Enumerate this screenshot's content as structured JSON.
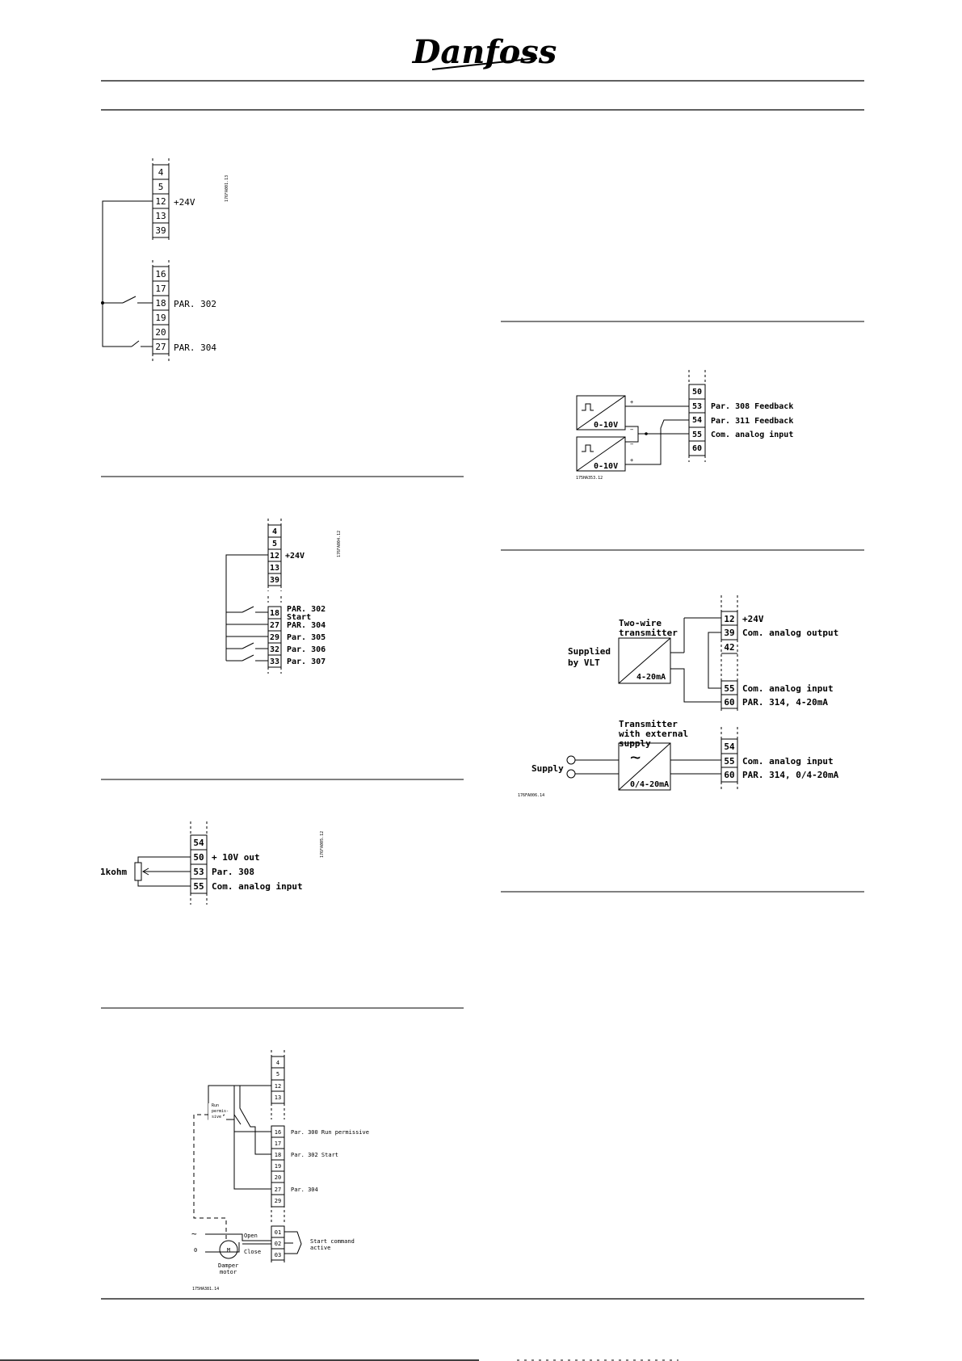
{
  "header": {
    "logo": "Danfoss"
  },
  "diagram1": {
    "code": "176FA001.13",
    "group1": [
      "4",
      "5",
      "12",
      "13",
      "39"
    ],
    "group2": [
      "16",
      "17",
      "18",
      "19",
      "20",
      "27"
    ],
    "label_12": "+24V",
    "label_18": "PAR. 302",
    "label_27": "PAR. 304"
  },
  "diagram2": {
    "code": "176FA004.12",
    "group1": [
      "4",
      "5",
      "12",
      "13",
      "39"
    ],
    "group2": [
      "18",
      "27",
      "29",
      "32",
      "33"
    ],
    "label_12": "+24V",
    "label_18a": "PAR. 302",
    "label_18b": "Start",
    "label_27": "PAR. 304",
    "label_29": "Par. 305",
    "label_32": "Par. 306",
    "label_33": "Par. 307"
  },
  "diagram3": {
    "code": "176FA005.12",
    "terminals": [
      "54",
      "50",
      "53",
      "55"
    ],
    "resistor": "1kohm",
    "label_50": "+ 10V out",
    "label_53": "Par. 308",
    "label_55": "Com. analog input"
  },
  "diagram4": {
    "code": "175HA381.14",
    "terminals": [
      "4",
      "5",
      "12",
      "13",
      "16",
      "17",
      "18",
      "19",
      "20",
      "27",
      "29"
    ],
    "relay_terminals": [
      "01",
      "02",
      "03"
    ],
    "run_permissive": [
      "Run",
      "permis-",
      "sive"
    ],
    "label_16": "Par. 300 Run permissive",
    "label_18": "Par. 302 Start",
    "label_27": "Par. 304",
    "open": "Open",
    "close": "Close",
    "start_cmd": [
      "Start command",
      "active"
    ],
    "motor": "M",
    "motor_label": [
      "Damper",
      "motor"
    ],
    "ac": "~",
    "zero": "0"
  },
  "diagram5": {
    "code": "175HA353.12",
    "terminals": [
      "50",
      "53",
      "54",
      "55",
      "60"
    ],
    "label_53": "Par. 308 Feedback",
    "label_54": "Par. 311 Feedback",
    "label_55": "Com. analog input",
    "range": "0-10V",
    "plus": "+",
    "minus": "−"
  },
  "diagram6": {
    "code": "176FA006.14",
    "terminals_top": [
      "12",
      "39",
      "42",
      "55",
      "60"
    ],
    "terminals_bottom": [
      "54",
      "55",
      "60"
    ],
    "two_wire": [
      "Two-wire",
      "transmitter"
    ],
    "supplied": [
      "Supplied",
      "by VLT"
    ],
    "range_top": "4-20mA",
    "label_12": "+24V",
    "label_39": "Com. analog output",
    "label_55a": "Com. analog input",
    "label_60a": "PAR. 314, 4-20mA",
    "transmitter_ext": [
      "Transmitter",
      "with external",
      "supply"
    ],
    "supply": "Supply",
    "tilde": "~",
    "range_bottom": "0/4-20mA",
    "label_55b": "Com. analog input",
    "label_60b": "PAR. 314, 0/4-20mA"
  }
}
